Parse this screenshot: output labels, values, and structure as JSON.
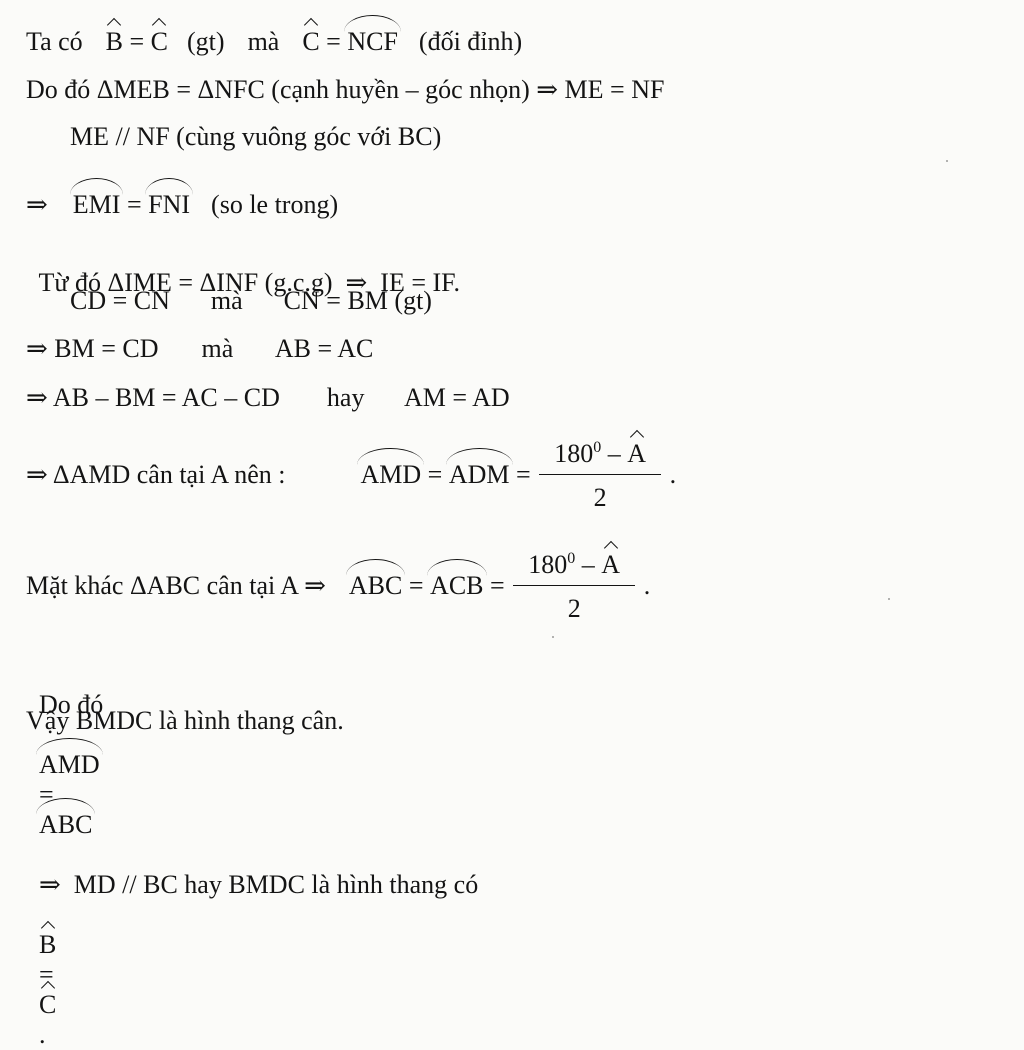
{
  "lines": {
    "l1": {
      "a": "Ta có",
      "b": "B",
      "eq": "=",
      "c": "C",
      "gt": "(gt)",
      "ma": "mà",
      "c2": "C",
      "eq2": "=",
      "ncf": "NCF",
      "rest": "(đối đỉnh)"
    },
    "l2": {
      "text": "Do đó ΔMEB = ΔNFC (cạnh huyền – góc nhọn) ⇒ ME = NF"
    },
    "l3": {
      "text": "ME // NF (cùng vuông góc với BC)"
    },
    "l4": {
      "arrow": "⇒",
      "emi": "EMI",
      "eq": "=",
      "fni": "FNI",
      "rest": "(so le trong)"
    },
    "l5": {
      "text": "Từ đó ΔIME = ΔINF (g.c.g)  ⇒  IE = IF."
    },
    "l6": {
      "a": "CD = CN",
      "b": "mà",
      "c": "CN = BM (gt)"
    },
    "l7": {
      "a": "⇒ BM = CD",
      "b": "mà",
      "c": "AB = AC"
    },
    "l8": {
      "a": "⇒ AB – BM = AC – CD",
      "b": "hay",
      "c": "AM = AD"
    },
    "l9": {
      "a": "⇒ ΔAMD cân tại A nên :",
      "amd": "AMD",
      "eq": "=",
      "adm": "ADM",
      "eq2": "=",
      "num": "180",
      "deg": "0",
      "minus": " – ",
      "numA": "A",
      "den": "2",
      "end": "."
    },
    "l10": {
      "a": "Mặt khác ΔABC cân tại A ⇒",
      "abc": "ABC",
      "eq": "=",
      "acb": "ACB",
      "eq2": "=",
      "num": "180",
      "deg": "0",
      "minus": " – ",
      "numA": "A",
      "den": "2",
      "end": "."
    },
    "l11": {
      "a": "Do đó",
      "amd": "AMD",
      "eq": "=",
      "abc": "ABC",
      "b": "⇒  MD // BC hay BMDC là hình thang có",
      "hb": "B",
      "eq2": "=",
      "hc": "C",
      "end": "."
    },
    "l12": {
      "text": "Vậy BMDC là hình thang cân."
    }
  }
}
